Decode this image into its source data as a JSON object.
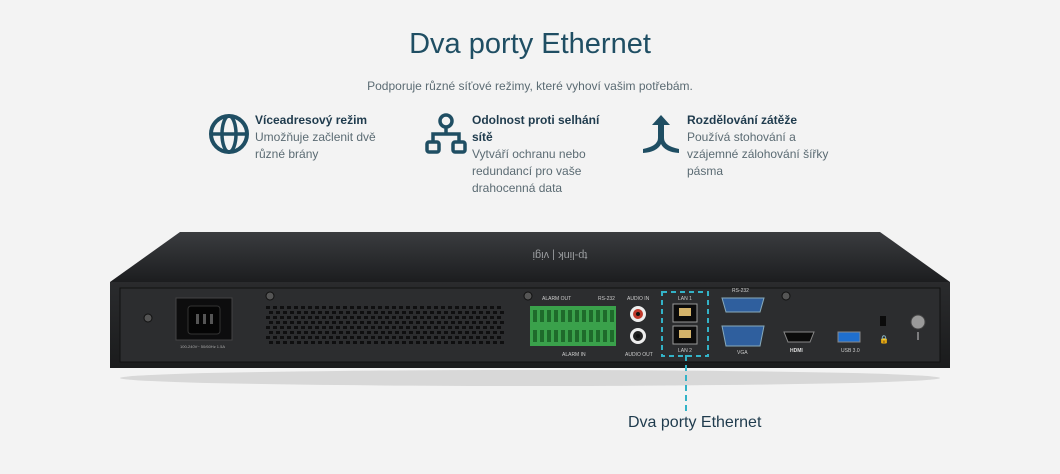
{
  "header": {
    "title": "Dva porty Ethernet",
    "subtitle": "Podporuje různé síťové režimy, které vyhoví vašim potřebám."
  },
  "features": [
    {
      "icon": "globe-icon",
      "title": "Víceadresový režim",
      "description": "Umožňuje začlenit dvě různé brány"
    },
    {
      "icon": "failover-network-icon",
      "title": "Odolnost proti selhání sítě",
      "description": "Vytváří ochranu nebo redundancí pro vaše drahocenná data"
    },
    {
      "icon": "load-balancing-icon",
      "title": "Rozdělování zátěže",
      "description": "Používá stohování a vzájemné zálohování šířky pásma"
    }
  ],
  "device": {
    "brand_text": "tp-link | vigi",
    "labels": {
      "alarm_out": "ALARM OUT",
      "rs232_top": "RS-232",
      "audio_in": "AUDIO IN",
      "lan1": "LAN 1",
      "rs232": "RS-232",
      "lan2": "LAN 2",
      "vga": "VGA",
      "alarm_in": "ALARM IN",
      "audio_out": "AUDIO OUT",
      "hdmi": "HDMI",
      "usb": "USB 3.0",
      "power": "100-240V~ 50/60Hz 1.5A"
    }
  },
  "callout": {
    "label": "Dva porty Ethernet"
  },
  "colors": {
    "accent": "#33b3c7",
    "heading": "#1f4e63",
    "icon": "#1f4e63"
  }
}
